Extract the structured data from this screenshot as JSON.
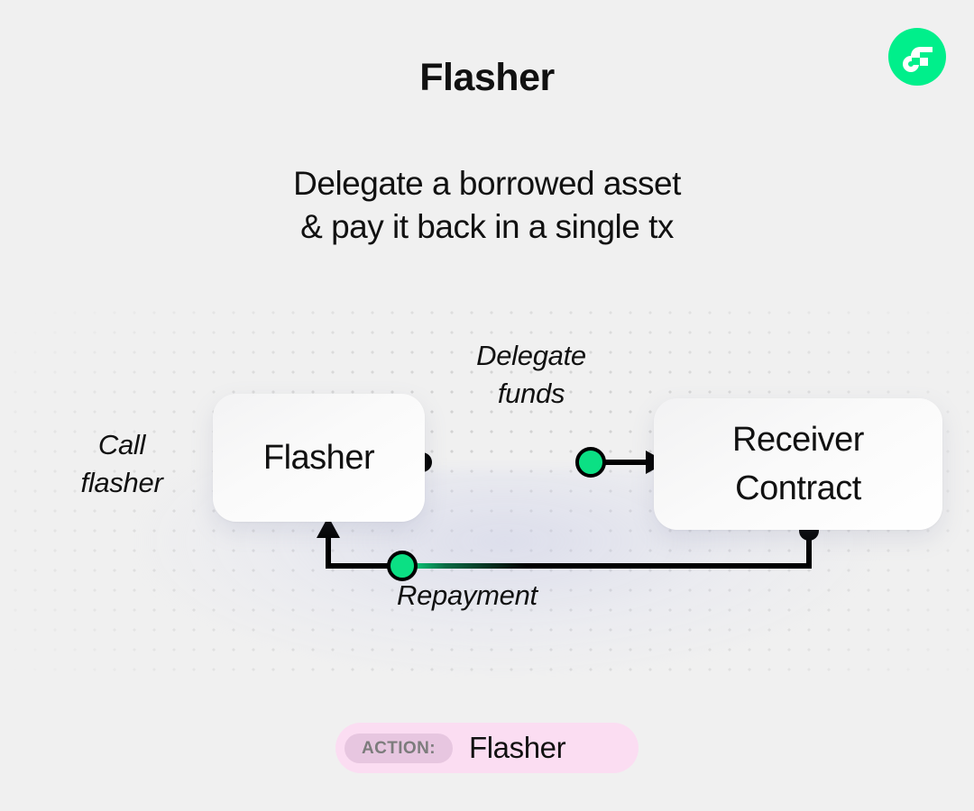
{
  "brand": {
    "logo_icon": "flow-logo-icon",
    "accent_color": "#00EF8B"
  },
  "header": {
    "title": "Flasher",
    "subtitle_line1": "Delegate a borrowed asset",
    "subtitle_line2": "& pay it back in a single tx"
  },
  "diagram": {
    "type": "flow-diagram",
    "background": "#F0F0F0",
    "dot_grid_color": "#D2D2D2",
    "nodes": [
      {
        "id": "flasher",
        "label": "Flasher",
        "label_line1": "Flasher",
        "label_line2": ""
      },
      {
        "id": "receiver",
        "label": "Receiver Contract",
        "label_line1": "Receiver",
        "label_line2": "Contract"
      }
    ],
    "edges": [
      {
        "id": "call-flasher",
        "label_line1": "Call",
        "label_line2": "flasher",
        "from": "",
        "to": "flasher",
        "style": "text-only"
      },
      {
        "id": "delegate-funds",
        "label_line1": "Delegate",
        "label_line2": "funds",
        "from": "flasher",
        "to": "receiver",
        "start_marker": "black-dot",
        "mid_marker": "green-dot",
        "end_marker": "arrow"
      },
      {
        "id": "repayment",
        "label_line1": "Repayment",
        "label_line2": "",
        "from": "receiver",
        "to": "flasher",
        "start_marker": "black-dot",
        "mid_marker": "green-dot",
        "end_marker": "arrow"
      }
    ],
    "marker_colors": {
      "node_dot": "#000000",
      "flow_dot": "#0BE084",
      "line": "#000000"
    }
  },
  "footer_badge": {
    "tag": "ACTION:",
    "value": "Flasher",
    "background": "#FBDDF2",
    "tag_background": "#E7C6E0",
    "tag_text_color": "#7C7C7C"
  }
}
